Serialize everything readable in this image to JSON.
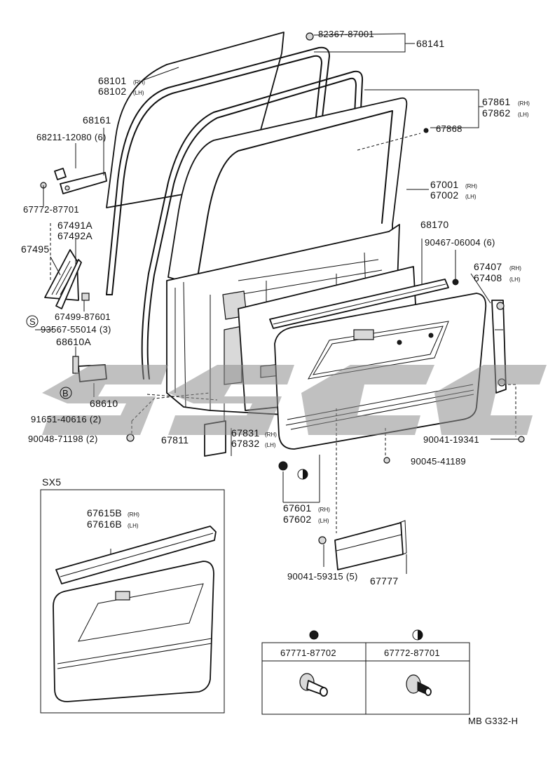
{
  "parts": {
    "p_82367": "82367-87001",
    "p_68141": "68141",
    "p_68101": "68101",
    "p_68102": "68102",
    "p_68161": "68161",
    "p_68211": "68211-12080 (6)",
    "p_67772_a": "67772-87701",
    "p_67491": "67491A",
    "p_67492": "67492A",
    "p_67495": "67495",
    "p_67499": "67499-87601",
    "p_93567": "93567-55014 (3)",
    "p_68610a": "68610A",
    "p_68610": "68610",
    "p_91651": "91651-40616 (2)",
    "p_90048": "90048-71198 (2)",
    "p_67811": "67811",
    "p_67831": "67831",
    "p_67832": "67832",
    "p_67861": "67861",
    "p_67862": "67862",
    "p_67868": "67868",
    "p_67001": "67001",
    "p_67002": "67002",
    "p_68170": "68170",
    "p_90467": "90467-06004 (6)",
    "p_67407": "67407",
    "p_67408": "67408",
    "p_90041_19341": "90041-19341",
    "p_90045": "90045-41189",
    "p_67601": "67601",
    "p_67602": "67602",
    "p_90041_59315": "90041-59315 (5)",
    "p_67777": "67777",
    "p_67615": "67615B",
    "p_67616": "67616B"
  },
  "side_tags": {
    "rh": "(RH)",
    "lh": "(LH)"
  },
  "circle_marks": {
    "s": "S",
    "b": "B"
  },
  "inset": {
    "title": "SX5"
  },
  "legend": {
    "clip_a": "67771-87702",
    "clip_b": "67772-87701"
  },
  "footer": {
    "code": "MB G332-H"
  },
  "watermark_text": "SSSC"
}
